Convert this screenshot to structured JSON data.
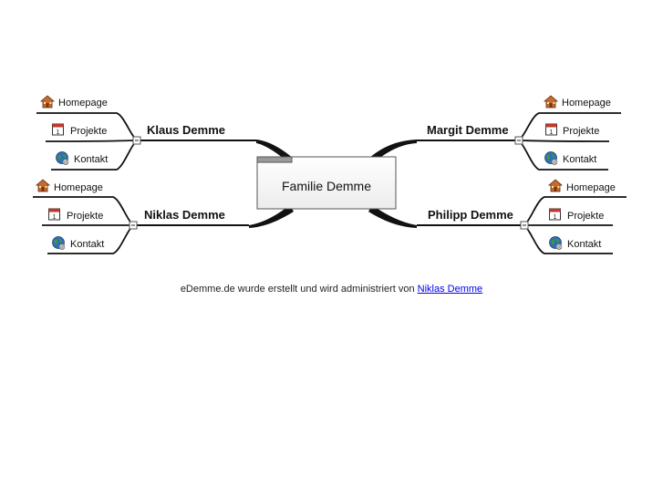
{
  "center": {
    "label": "Familie Demme"
  },
  "branches": [
    {
      "name": "Klaus Demme",
      "items": [
        {
          "label": "Homepage",
          "icon": "house-icon"
        },
        {
          "label": "Projekte",
          "icon": "calendar-icon"
        },
        {
          "label": "Kontakt",
          "icon": "globe-icon"
        }
      ]
    },
    {
      "name": "Niklas Demme",
      "items": [
        {
          "label": "Homepage",
          "icon": "house-icon"
        },
        {
          "label": "Projekte",
          "icon": "calendar-icon"
        },
        {
          "label": "Kontakt",
          "icon": "globe-icon"
        }
      ]
    },
    {
      "name": "Margit Demme",
      "items": [
        {
          "label": "Homepage",
          "icon": "house-icon"
        },
        {
          "label": "Projekte",
          "icon": "calendar-icon"
        },
        {
          "label": "Kontakt",
          "icon": "globe-icon"
        }
      ]
    },
    {
      "name": "Philipp Demme",
      "items": [
        {
          "label": "Homepage",
          "icon": "house-icon"
        },
        {
          "label": "Projekte",
          "icon": "calendar-icon"
        },
        {
          "label": "Kontakt",
          "icon": "globe-icon"
        }
      ]
    }
  ],
  "footer": {
    "text": "eDemme.de wurde erstellt und wird administriert von",
    "link_label": "Niklas Demme"
  }
}
